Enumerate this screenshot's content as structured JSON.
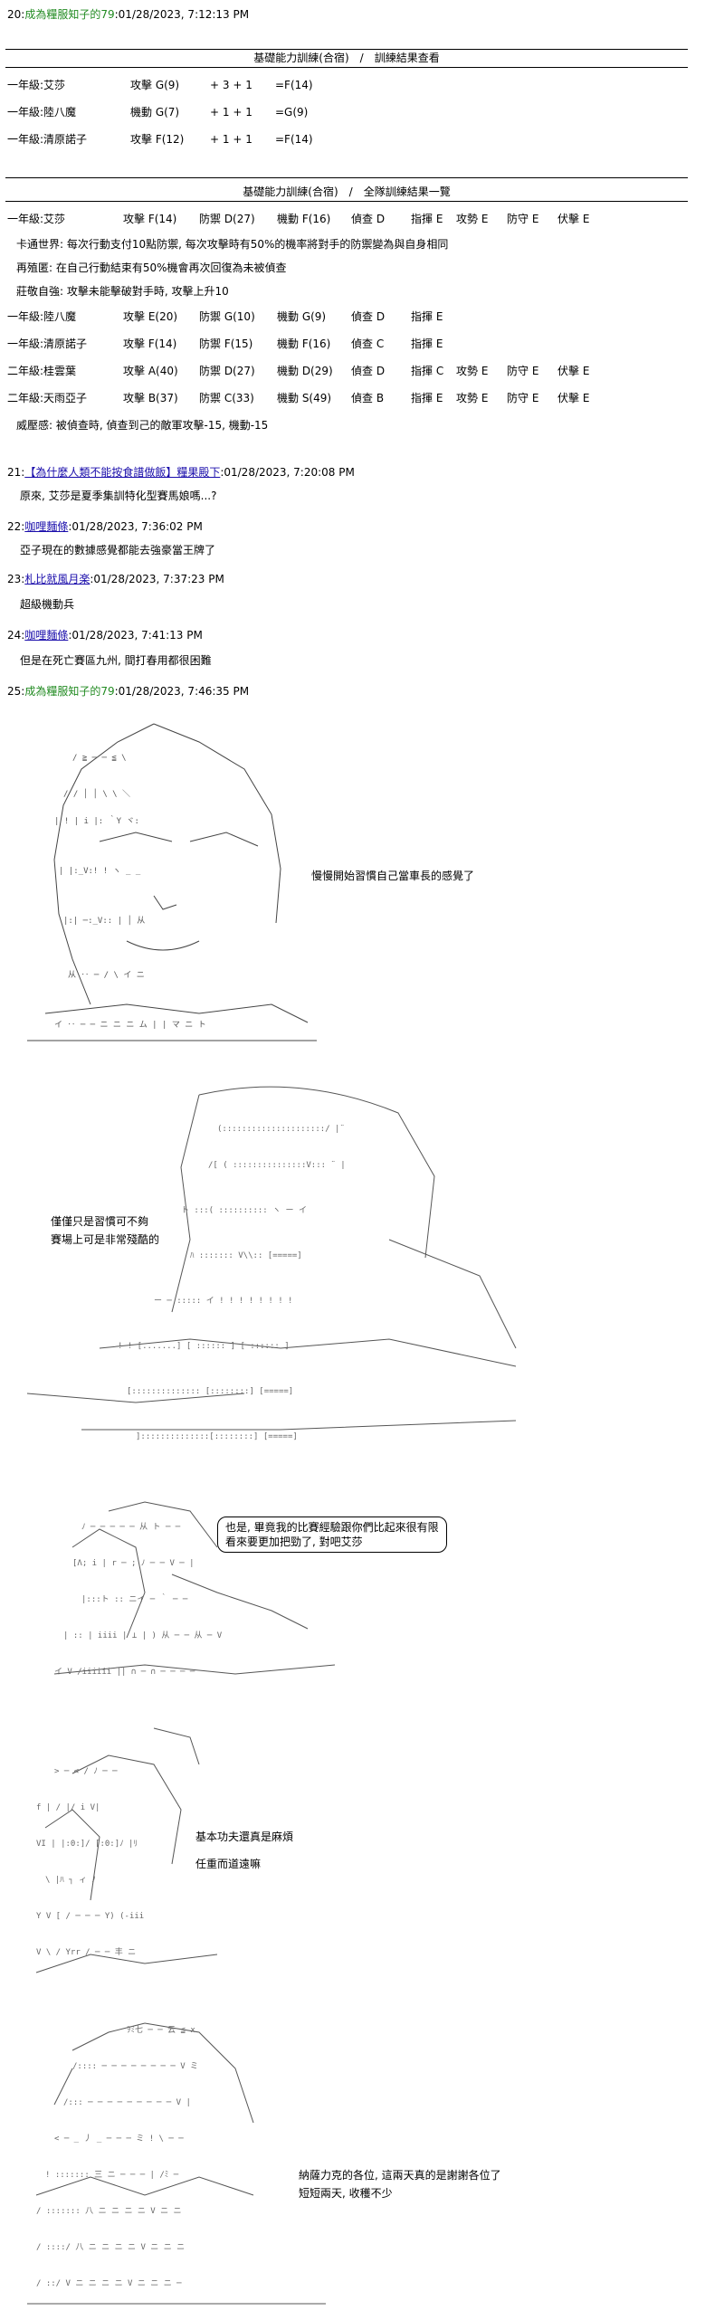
{
  "post20": {
    "num": "20:",
    "name": "成為糧服知子的79",
    "date": ":01/28/2023, 7:12:13 PM"
  },
  "table1": {
    "title": "基礎能力訓練(合宿)　/　訓練結果查看",
    "rows": [
      {
        "grade": "一年級:艾莎",
        "stat": "攻擊 G(9)",
        "calc": "+ 3 + 1",
        "result": "=F(14)"
      },
      {
        "grade": "一年級:陸八魔",
        "stat": "機動 G(7)",
        "calc": "+ 1 + 1",
        "result": "=G(9)"
      },
      {
        "grade": "一年級:清原諾子",
        "stat": "攻擊 F(12)",
        "calc": "+ 1 + 1",
        "result": "=F(14)"
      }
    ]
  },
  "table2": {
    "title": "基礎能力訓練(合宿)　/　全隊訓練結果一覽",
    "row_aisha": {
      "name": "一年級:艾莎",
      "atk": "攻擊 F(14)",
      "def": "防禦 D(27)",
      "mob": "機動 F(16)",
      "rec": "偵查 D",
      "cmd": "指揮 E",
      "off": "攻勢 E",
      "dfs": "防守 E",
      "amb": "伏擊 E"
    },
    "note1": "卡通世界: 每次行動支付10點防禦, 每次攻擊時有50%的機率將對手的防禦變為與自身相同",
    "note2": "再殖匿: 在自己行動結束有50%機會再次回復為未被偵查",
    "note3": "莊敬自強: 攻擊未能擊破對手時, 攻擊上升10",
    "row_riku": {
      "name": "一年級:陸八魔",
      "atk": "攻擊 E(20)",
      "def": "防禦 G(10)",
      "mob": "機動 G(9)",
      "rec": "偵查 D",
      "cmd": "指揮 E"
    },
    "row_kiyohara": {
      "name": "一年級:清原諾子",
      "atk": "攻擊 F(14)",
      "def": "防禦 F(15)",
      "mob": "機動 F(16)",
      "rec": "偵查 C",
      "cmd": "指揮 E"
    },
    "row_katsura": {
      "name": "二年級:桂雲葉",
      "atk": "攻擊 A(40)",
      "def": "防禦 D(27)",
      "mob": "機動 D(29)",
      "rec": "偵查 D",
      "cmd": "指揮 C",
      "off": "攻勢 E",
      "dfs": "防守 E",
      "amb": "伏擊 E"
    },
    "row_amasame": {
      "name": "二年級:天雨亞子",
      "atk": "攻擊 B(37)",
      "def": "防禦 C(33)",
      "mob": "機動 S(49)",
      "rec": "偵查 B",
      "cmd": "指揮 E",
      "off": "攻勢 E",
      "dfs": "防守 E",
      "amb": "伏擊 E"
    },
    "note4": "威壓感: 被偵查時, 偵查到己的敵軍攻擊-15, 機動-15"
  },
  "post21": {
    "num": "21:",
    "name": "【為什麼人類不能按食譜做飯】糧果殿下",
    "date": ":01/28/2023, 7:20:08 PM",
    "message": "原來, 艾莎是夏季集訓特化型賽馬娘嗎...?"
  },
  "post22": {
    "num": "22:",
    "name": "咖哩麵條",
    "date": ":01/28/2023, 7:36:02 PM",
    "message": "亞子現在的數據感覺都能去強豪當王牌了"
  },
  "post23": {
    "num": "23:",
    "name": "札比就風月楽",
    "date": ":01/28/2023, 7:37:23 PM",
    "message": "超級機動兵"
  },
  "post24": {
    "num": "24:",
    "name": "咖哩麵條",
    "date": ":01/28/2023, 7:41:13 PM",
    "message": "但是在死亡賽區九州, 間打春用都很困難"
  },
  "post25": {
    "num": "25:",
    "name": "成為糧服知子的79",
    "date": ":01/28/2023, 7:46:35 PM"
  },
  "aa": {
    "line1": "慢慢開始習慣自己當車長的感覺了",
    "line2a": "僅僅只是習慣可不夠",
    "line2b": "賽場上可是非常殘酷的",
    "line3a": "也是, 畢竟我的比賽經驗跟你們比起來很有限",
    "line3b": "看來要更加把勁了, 對吧艾莎",
    "line4a": "基本功夫還真是麻煩",
    "line4b": "任重而道遠嘛",
    "line5a": "納薩力克的各位, 這兩天真的是謝謝各位了",
    "line5b": "短短兩天, 收穫不少"
  },
  "colors": {
    "name_green": "#228b22",
    "link_blue": "#1a0dab"
  }
}
